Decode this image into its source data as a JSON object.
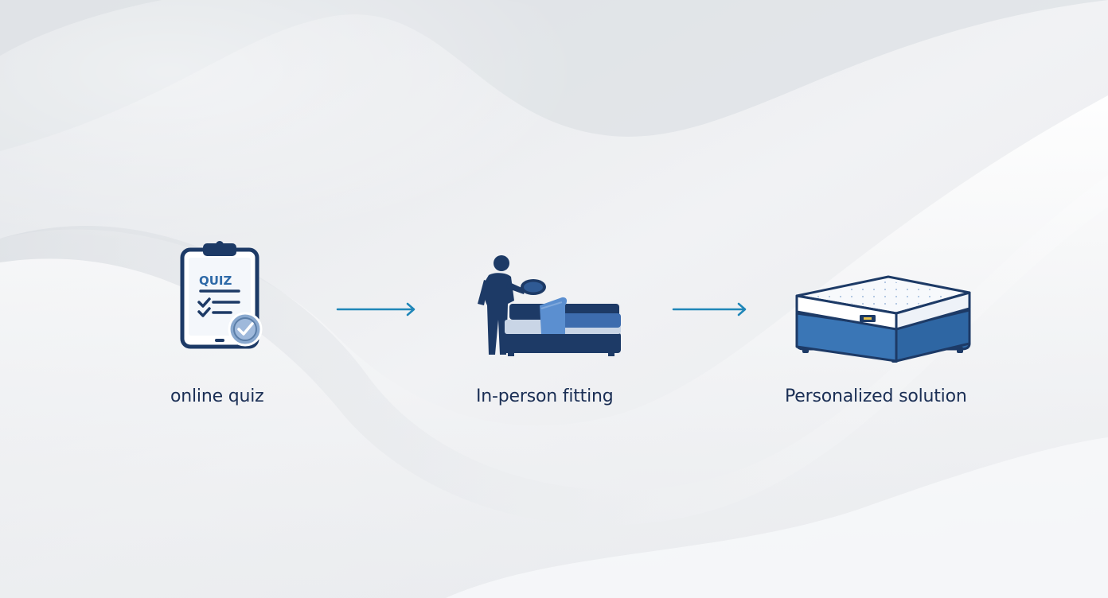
{
  "steps": [
    {
      "label": "online quiz",
      "icon": "clipboard-quiz-icon",
      "badge_text": "QUIZ"
    },
    {
      "label": "In-person fitting",
      "icon": "person-fitting-bed-icon"
    },
    {
      "label": "Personalized solution",
      "icon": "mattress-icon"
    }
  ],
  "colors": {
    "navy": "#1d3a66",
    "blue": "#2f6aa8",
    "light_blue": "#5b8fd0",
    "arrow": "#1f86b8",
    "text": "#1b2f55",
    "background": "#eef0f3"
  }
}
